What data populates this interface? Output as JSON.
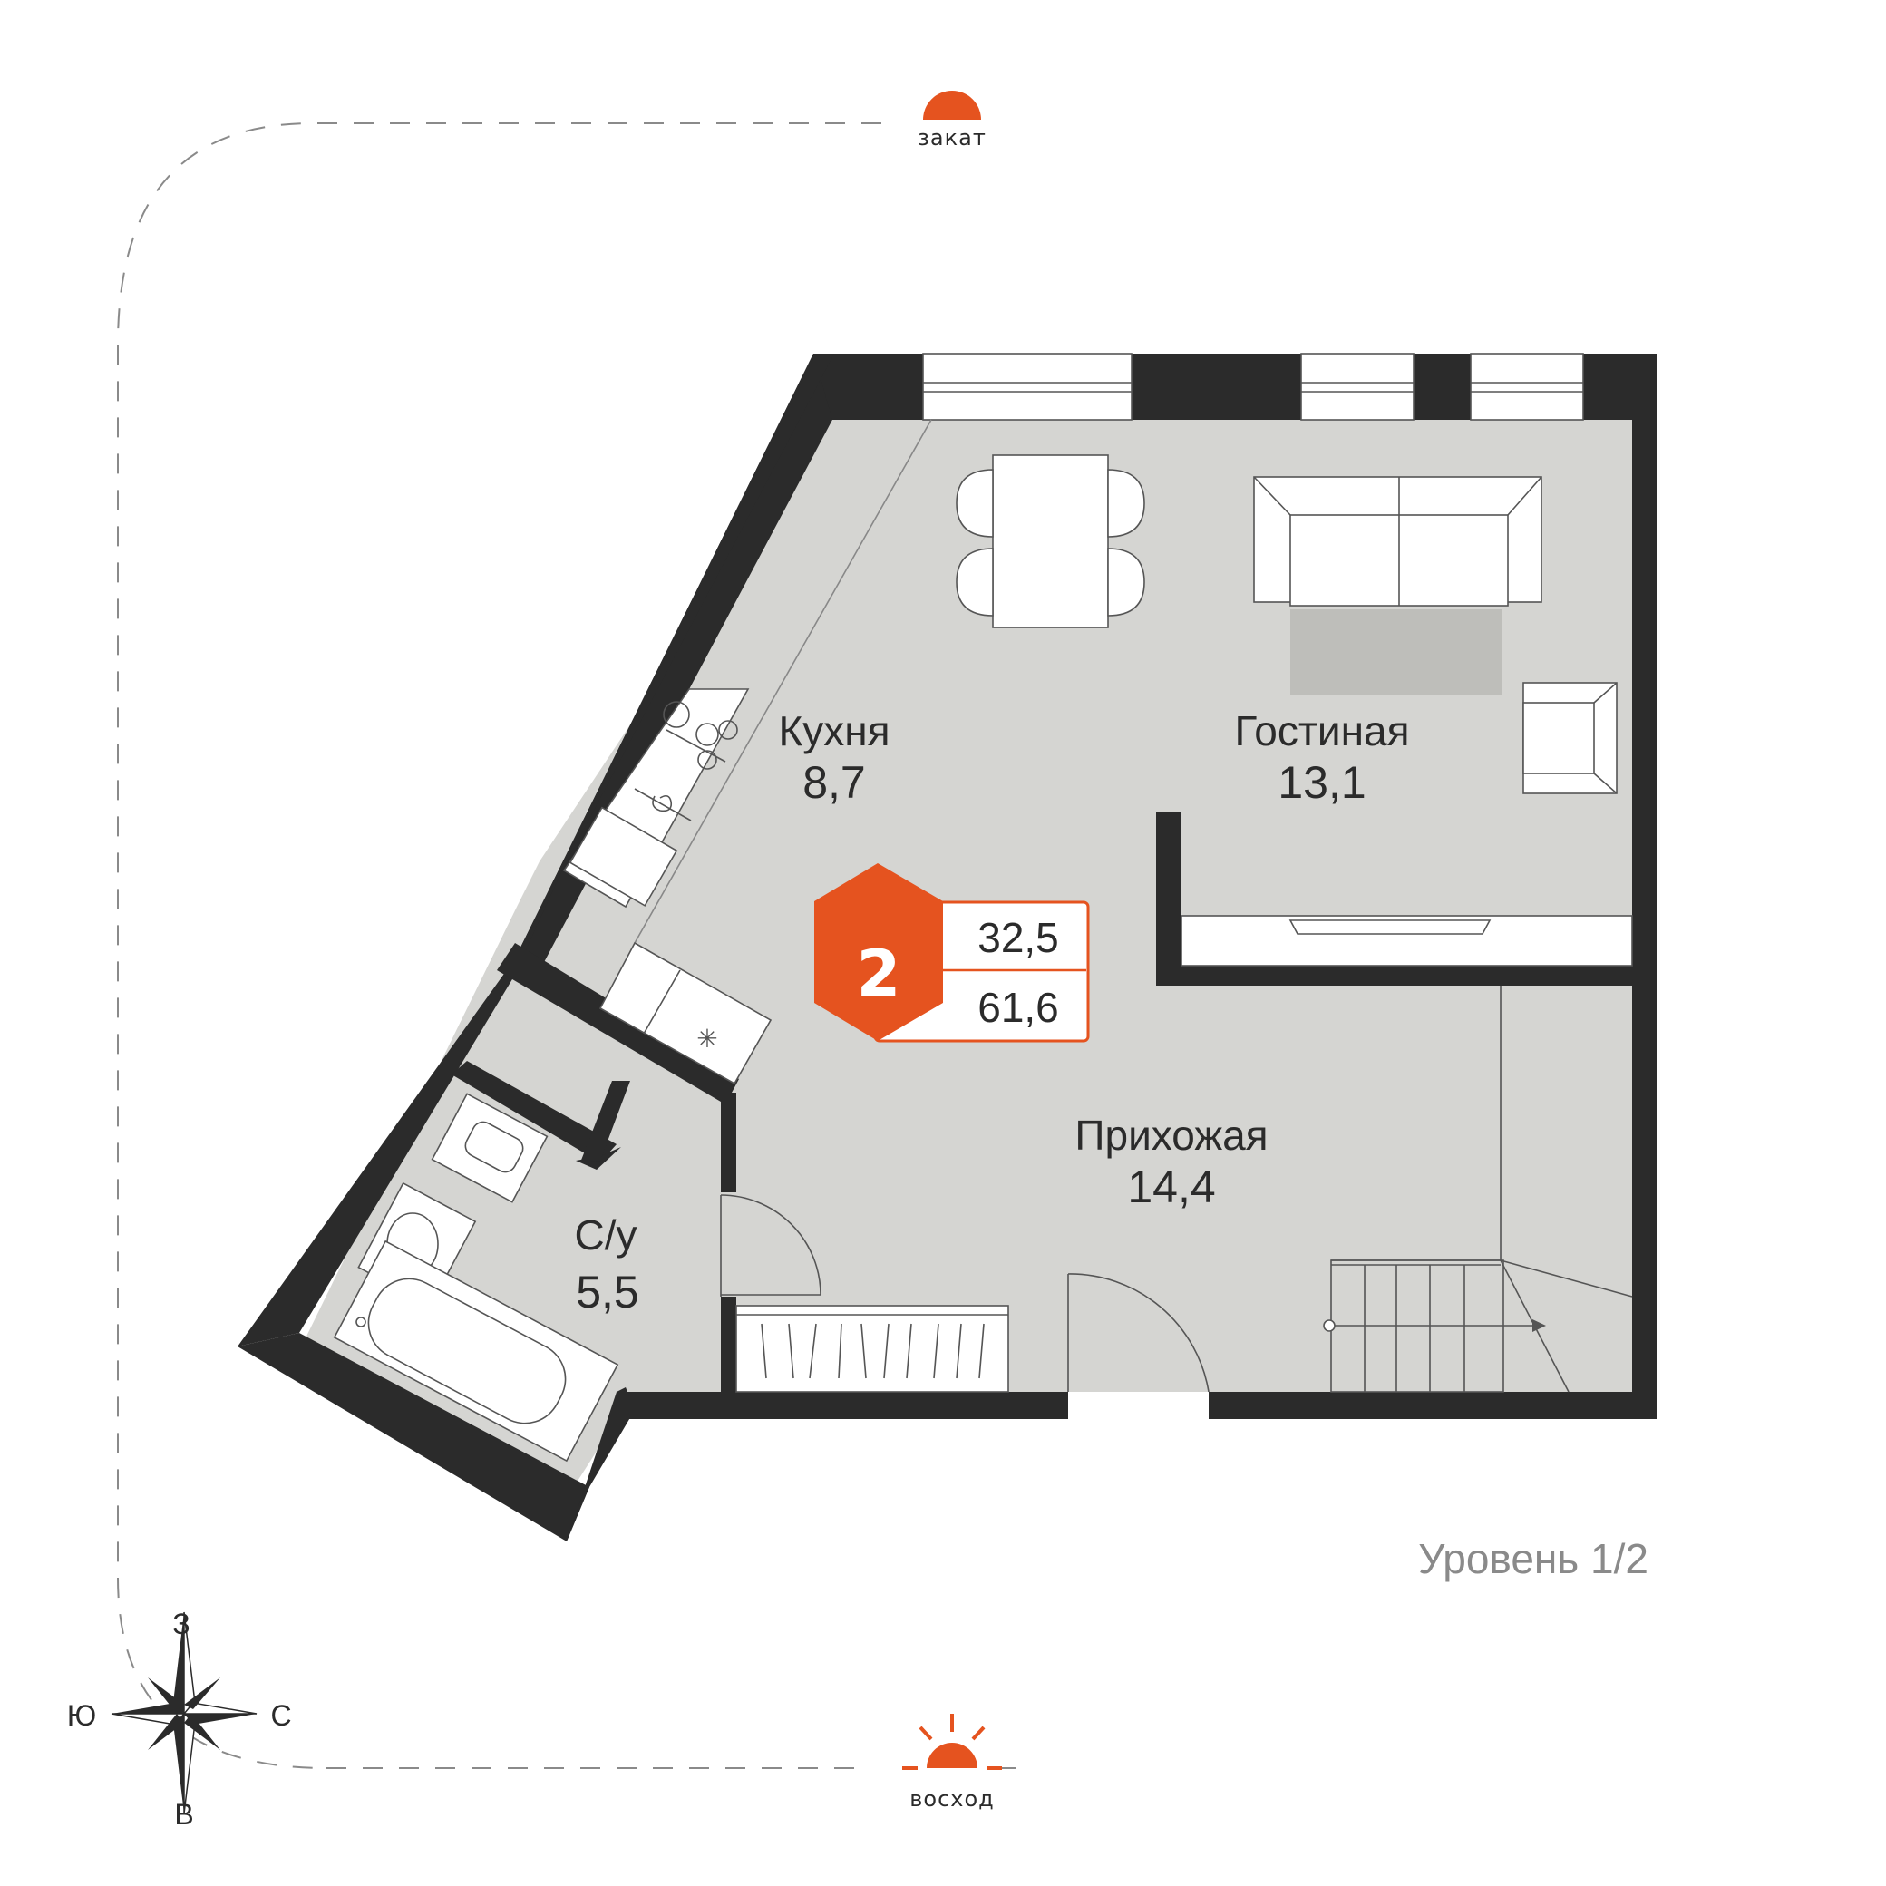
{
  "colors": {
    "accent": "#E5531F",
    "wall": "#2B2B2B",
    "floor": "#D5D5D2",
    "rug": "#BEBEBA",
    "dashed_border": "#8A8A8A"
  },
  "sun": {
    "sunset_label": "закат",
    "sunrise_label": "восход"
  },
  "compass": {
    "top": "З",
    "left": "Ю",
    "right": "С",
    "bottom": "В"
  },
  "rooms": {
    "kitchen": {
      "name": "Кухня",
      "area": "8,7"
    },
    "living": {
      "name": "Гостиная",
      "area": "13,1"
    },
    "hall": {
      "name": "Прихожая",
      "area": "14,4"
    },
    "bathroom": {
      "name": "С/у",
      "area": "5,5"
    }
  },
  "badge": {
    "rooms_count": "2",
    "living_area": "32,5",
    "total_area": "61,6"
  },
  "level": "Уровень 1/2"
}
